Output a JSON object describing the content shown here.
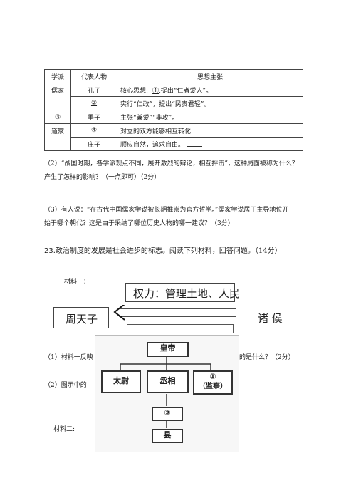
{
  "table": {
    "headers": [
      "学派",
      "代表人物",
      "思想主张"
    ],
    "rows": [
      {
        "school": "儒家",
        "person": "孔子",
        "idea_prefix": "核心思想:",
        "idea_blank": "①",
        "idea_suffix": ",提出“仁者爱人”。"
      },
      {
        "school": "",
        "person": "②",
        "idea_prefix": "实行“仁政”，提出“民贵君轻”。",
        "idea_blank": "",
        "idea_suffix": ""
      },
      {
        "school": "③",
        "person": "墨子",
        "idea_prefix": "主张“兼爱”“非攻”。",
        "idea_blank": "",
        "idea_suffix": ""
      },
      {
        "school": "道家",
        "person": "④",
        "idea_prefix": "对立的双方能够相互转化",
        "idea_blank": "",
        "idea_suffix": ""
      },
      {
        "school": "",
        "person": "庄子",
        "idea_prefix": "顺应自然，追求自由。",
        "idea_blank": "",
        "idea_suffix": ""
      }
    ]
  },
  "q2": {
    "line1": "（2）“战国时期，各学派观点不同，展开激烈的辩论，相互抨击”，这种局面被称为什么？",
    "line2": "产生了怎样的影响？（一点即可）（2分）"
  },
  "q3": {
    "line1": "（3）有人说：“在古代中国儒家学说被长期推崇为官方哲学。”儒家学说居于主导地位开",
    "line2": "始于哪个朝代？这是由于采纳了哪位历史人物的哪一建议？（3分）"
  },
  "q23": {
    "number": "23.",
    "text": "政治制度的发展是社会进步的标志。阅读下列材料，回答问题。（14分）"
  },
  "material1": {
    "label": "材料一：",
    "power": "权力：管理土地、人民",
    "king": "周天子",
    "lords": "诸 侯"
  },
  "sub_q1": {
    "start": "（1）材料一反映",
    "end": "的是什么？（2分）"
  },
  "sub_q2": {
    "start": "（2）图示中的"
  },
  "material2": {
    "label": "材料二:",
    "emperor": "皇帝",
    "taiwei": "太尉",
    "chengxiang": "丞相",
    "circle1": "①",
    "jiancha": "（监察）",
    "circle2": "②",
    "county": "县"
  }
}
